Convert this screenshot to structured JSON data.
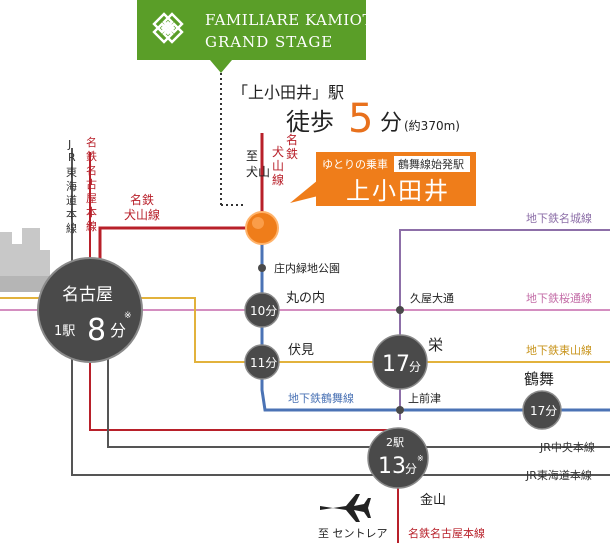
{
  "banner": {
    "line1": "FAMILIARE KAMIOTAI",
    "line2": "GRAND STAGE",
    "color": "#5a9e28"
  },
  "walk": {
    "station_line": "「上小田井」駅",
    "prefix": "徒歩",
    "minutes": "5",
    "unit": "分",
    "distance": "(約370m)",
    "accent": "#e8711d"
  },
  "callout": {
    "tag1": "ゆとりの乗車",
    "tag2": "鶴舞線始発駅",
    "station": "上小田井"
  },
  "directions": {
    "inuyama_to": [
      "至",
      "犬山"
    ],
    "meitetsu_inuyama_vertical": [
      "名",
      "鉄",
      "犬",
      "山",
      "線"
    ],
    "jr_tokaido_vertical": [
      "J",
      "R",
      "東",
      "海",
      "道",
      "本",
      "線"
    ],
    "meitetsu_nagoya_vertical": [
      "名",
      "鉄",
      "名",
      "古",
      "屋",
      "本",
      "線"
    ],
    "meitetsu_inuyama_label": [
      "名鉄",
      "犬山線"
    ],
    "centrair": "至 セントレア"
  },
  "lines": {
    "meijo": "地下鉄名城線",
    "sakuradori": "地下鉄桜通線",
    "higashiyama": "地下鉄東山線",
    "tsurumai": "地下鉄鶴舞線",
    "jr_chuo": "JR中央本線",
    "jr_tokaido": "JR東海道本線",
    "meitetsu_nagoya": "名鉄名古屋本線"
  },
  "stations": {
    "shonai": "庄内緑地公園",
    "marunouchi": "丸の内",
    "hisaya": "久屋大通",
    "fushimi": "伏見",
    "sakae": "栄",
    "kamimaezu": "上前津",
    "tsurumai": "鶴舞",
    "kanayama": "金山"
  },
  "nagoya": {
    "name": "名古屋",
    "prefix": "1駅",
    "minutes": "8",
    "unit": "分",
    "note": "※"
  },
  "times": {
    "marunouchi": "10分",
    "fushimi": "11分",
    "sakae_num": "17",
    "sakae_unit": "分",
    "tsurumai": "17分",
    "kanayama_prefix": "2駅",
    "kanayama_num": "13",
    "kanayama_unit": "分",
    "kanayama_note": "※"
  },
  "colors": {
    "meijo": "#8d6fa8",
    "sakuradori": "#d48ec0",
    "higashiyama": "#e2b23c",
    "tsurumai": "#4b73b5",
    "meitetsu": "#b8202a",
    "jr": "#555555",
    "station_fill": "#4a4a4a",
    "orange": "#ef7d1a"
  }
}
